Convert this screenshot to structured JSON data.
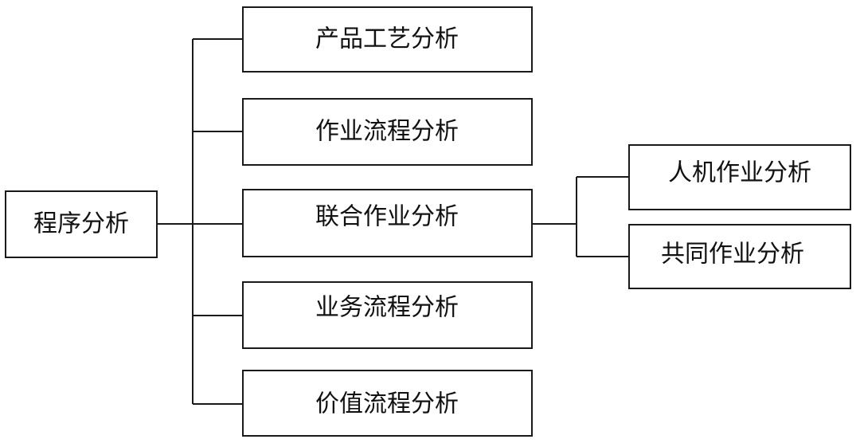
{
  "root": {
    "label": "程序分析"
  },
  "branches": [
    {
      "label": "产品工艺分析"
    },
    {
      "label": "作业流程分析"
    },
    {
      "label": "联合作业分析"
    },
    {
      "label": "业务流程分析"
    },
    {
      "label": "价值流程分析"
    }
  ],
  "sub_branches": [
    {
      "label": "人机作业分析"
    },
    {
      "label": "共同作业分析"
    }
  ]
}
